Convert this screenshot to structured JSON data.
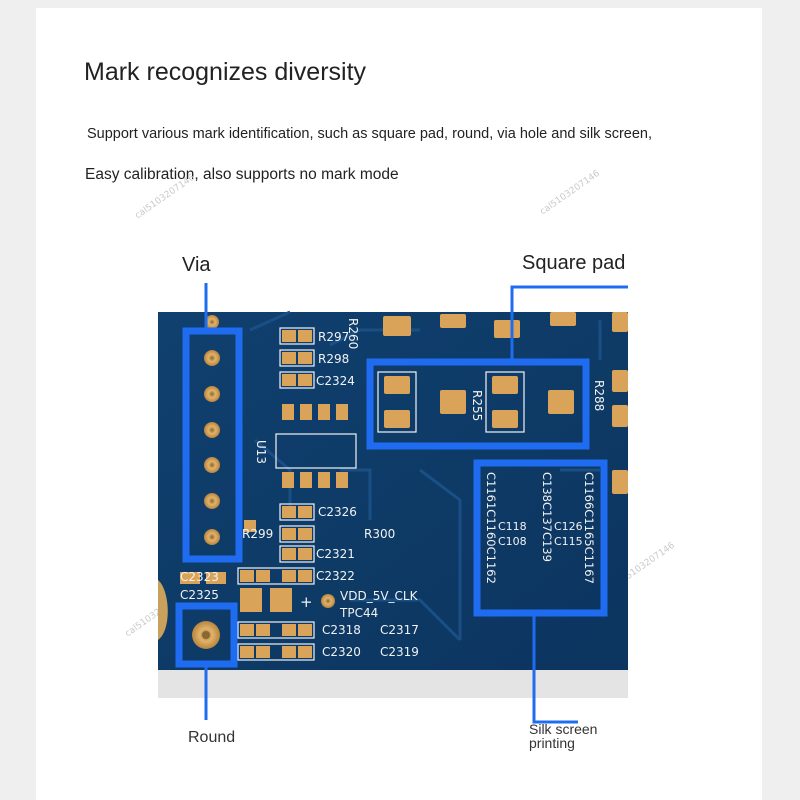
{
  "heading": {
    "title": "Mark recognizes diversity",
    "line1": "Support various mark identification, such as square pad, round, via hole and silk screen,",
    "line2": "Easy calibration, also supports no mark mode"
  },
  "callouts": {
    "via": "Via",
    "square_pad": "Square pad",
    "round": "Round",
    "silk_screen_line1": "Silk screen",
    "silk_screen_line2": "printing"
  },
  "board_labels": {
    "r297": "R297",
    "r298": "R298",
    "c2324": "C2324",
    "r260": "R260",
    "r255": "R255",
    "r288": "R288",
    "u13": "U13",
    "c2326": "C2326",
    "r299": "R299",
    "r300": "R300",
    "c2321": "C2321",
    "c2322": "C2322",
    "c2323": "C2323",
    "c2325": "C2325",
    "vdd": "VDD_5V_CLK",
    "tpc44": "TPC44",
    "c2318": "C2318",
    "c2317": "C2317",
    "c2320": "C2320",
    "c2319": "C2319",
    "silk_col1": "C1161C1160C1162",
    "silk_col2": "C118",
    "silk_col3": "C108",
    "silk_col4": "C138C137C139",
    "silk_col5": "C126",
    "silk_col6": "C115",
    "silk_col7": "C1166C1165C1167"
  },
  "watermark": {
    "text": "cal5103207146"
  },
  "colors": {
    "board": "#0f3f74",
    "pad": "#d9a45a",
    "highlight": "#1f6cf0",
    "silk": "#f2f2f2"
  }
}
